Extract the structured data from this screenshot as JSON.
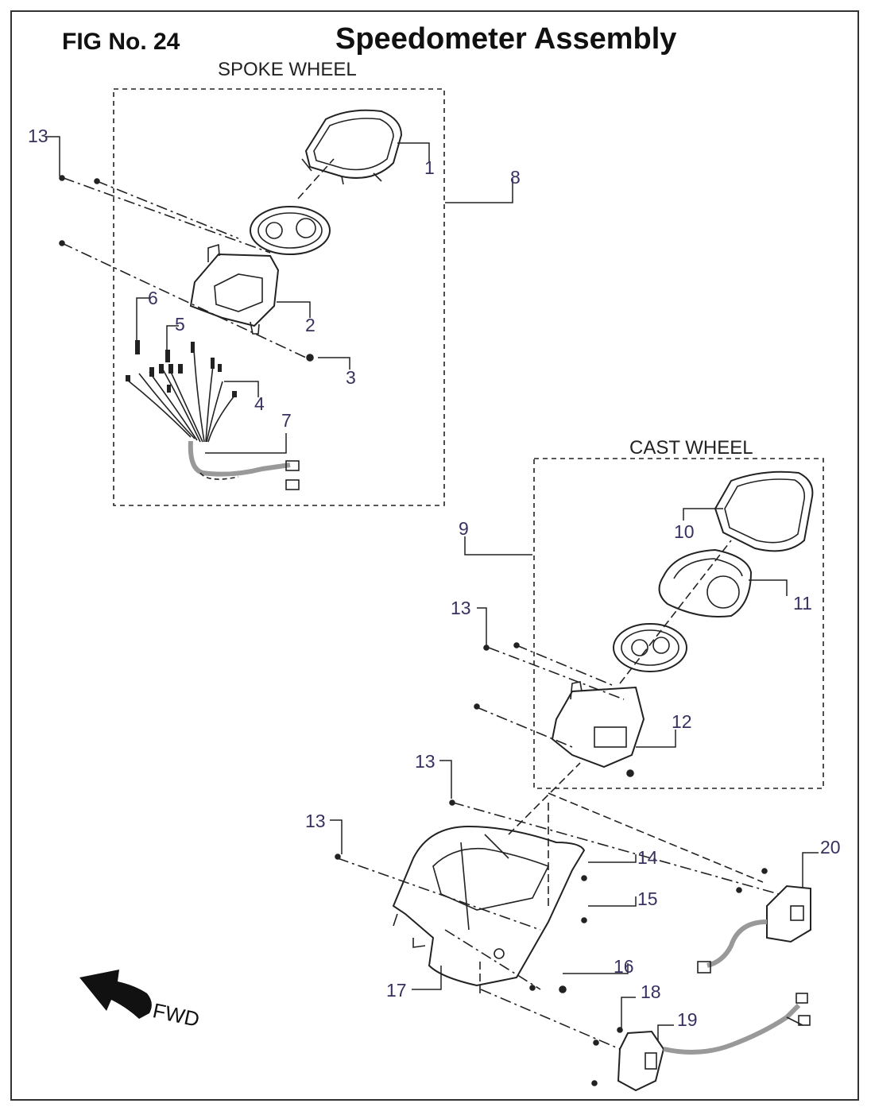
{
  "figure": {
    "number_label": "FIG No. 24",
    "title": "Speedometer Assembly"
  },
  "sections": {
    "spoke": "SPOKE WHEEL",
    "cast": "CAST WHEEL"
  },
  "callouts": [
    {
      "id": "c1",
      "label": "1"
    },
    {
      "id": "c2",
      "label": "2"
    },
    {
      "id": "c3",
      "label": "3"
    },
    {
      "id": "c4",
      "label": "4"
    },
    {
      "id": "c5",
      "label": "5"
    },
    {
      "id": "c6",
      "label": "6"
    },
    {
      "id": "c7",
      "label": "7"
    },
    {
      "id": "c8",
      "label": "8"
    },
    {
      "id": "c9",
      "label": "9"
    },
    {
      "id": "c10",
      "label": "10"
    },
    {
      "id": "c11",
      "label": "11"
    },
    {
      "id": "c12",
      "label": "12"
    },
    {
      "id": "c13a",
      "label": "13"
    },
    {
      "id": "c13b",
      "label": "13"
    },
    {
      "id": "c13c",
      "label": "13"
    },
    {
      "id": "c13d",
      "label": "13"
    },
    {
      "id": "c14",
      "label": "14"
    },
    {
      "id": "c15",
      "label": "15"
    },
    {
      "id": "c16",
      "label": "16"
    },
    {
      "id": "c17",
      "label": "17"
    },
    {
      "id": "c18",
      "label": "18"
    },
    {
      "id": "c19",
      "label": "19"
    },
    {
      "id": "c20",
      "label": "20"
    }
  ],
  "direction": {
    "label": "FWD",
    "icon": "forward-arrow-icon"
  },
  "colors": {
    "callout_text": "#3a3060",
    "line": "#222222"
  }
}
